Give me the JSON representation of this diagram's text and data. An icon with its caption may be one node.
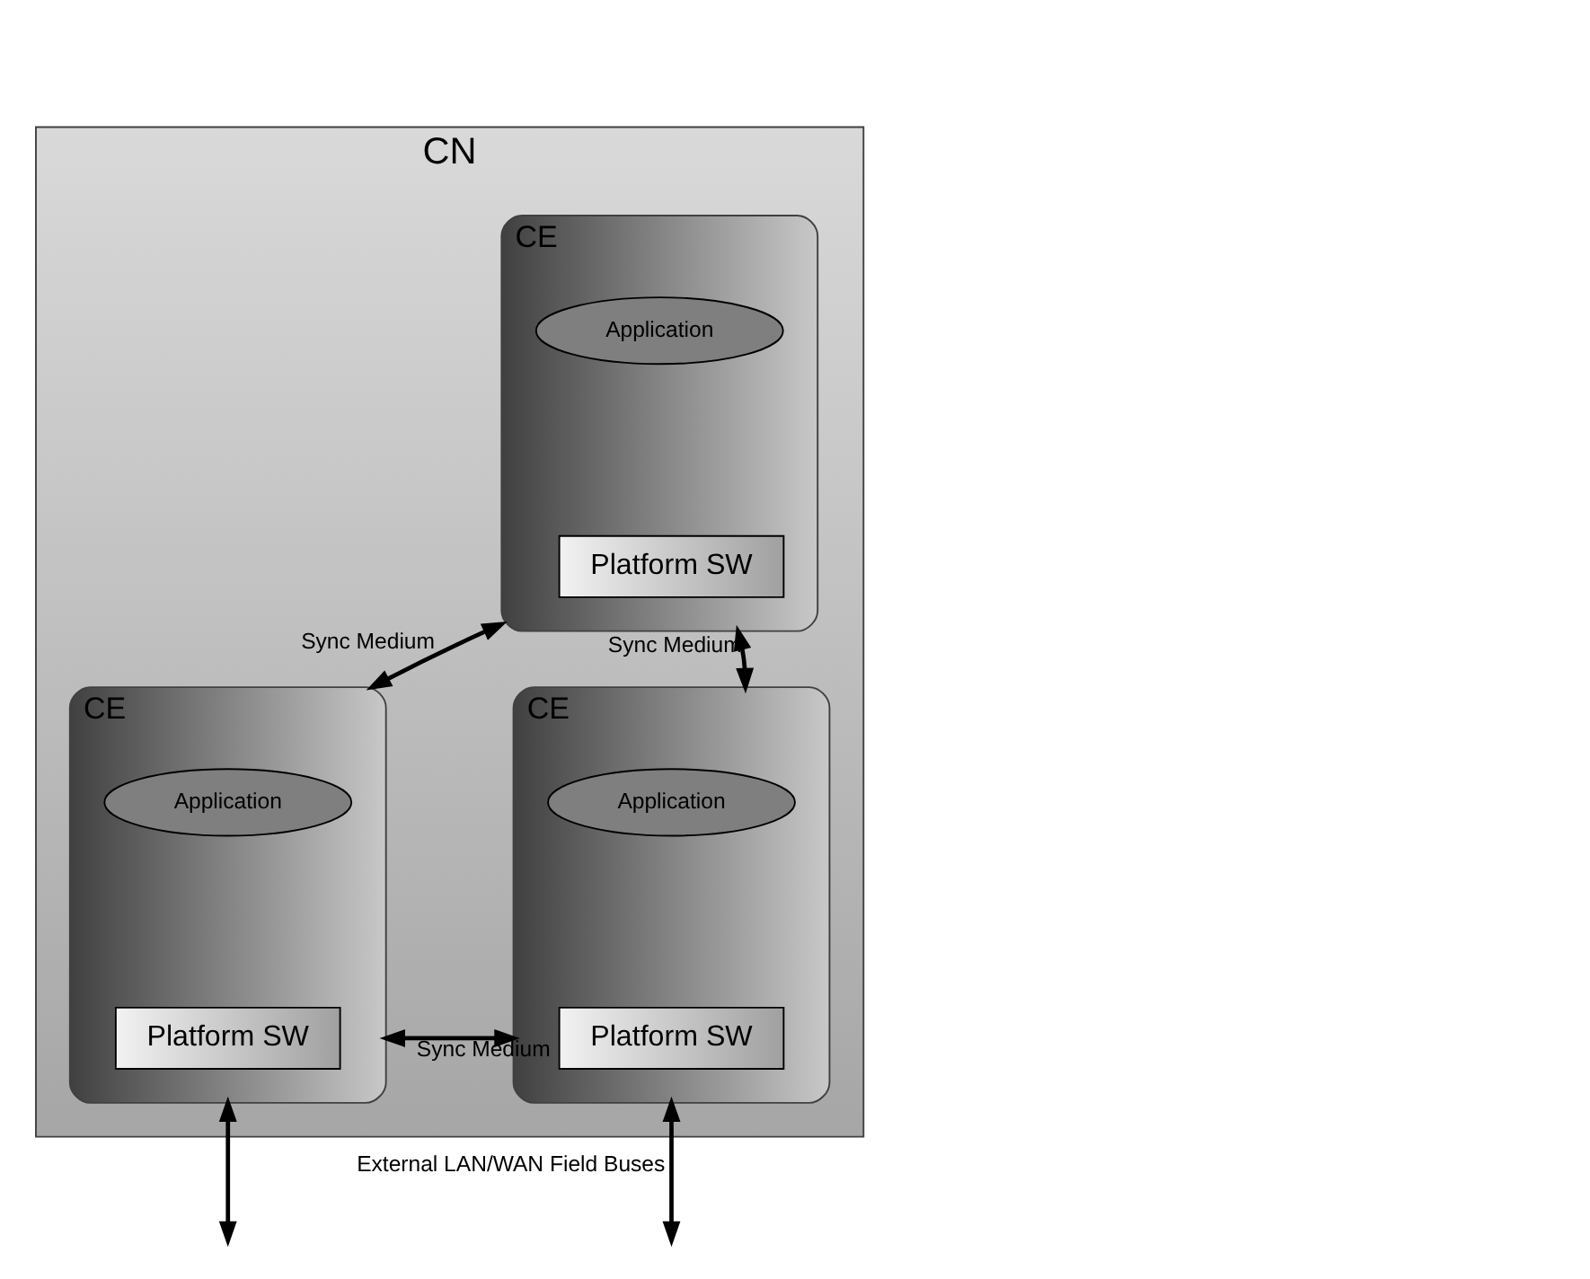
{
  "diagram": {
    "nodes": [
      {
        "text": [
          "CN"
        ]
      },
      {
        "text": [
          "CE"
        ],
        "in": 0
      },
      {
        "text": [
          "Application"
        ],
        "in": 1
      },
      {
        "text": [
          "Platform SW"
        ],
        "in": 1
      },
      {
        "text": [
          "CE"
        ],
        "in": 0
      },
      {
        "text": [
          "Application"
        ],
        "in": 4
      },
      {
        "text": [
          "Platform SW"
        ],
        "in": 4
      },
      {
        "text": [
          "CE"
        ],
        "in": 0
      },
      {
        "text": [
          "Application"
        ],
        "in": 7
      },
      {
        "text": [
          "Platform SW"
        ],
        "in": 7
      }
    ],
    "edges": [
      {
        "from": 4,
        "to": 1,
        "arrow": "both",
        "label": "Sync Medium"
      },
      {
        "from": 1,
        "to": 7,
        "arrow": "both",
        "label": "Sync Medium"
      },
      {
        "from": 4,
        "to": 7,
        "arrow": "both",
        "label": "Sync Medium"
      },
      {
        "from": 4,
        "to": null,
        "arrow": "both"
      },
      {
        "from": 7,
        "to": null,
        "arrow": "both",
        "label": "External LAN/WAN Field Buses"
      }
    ]
  }
}
